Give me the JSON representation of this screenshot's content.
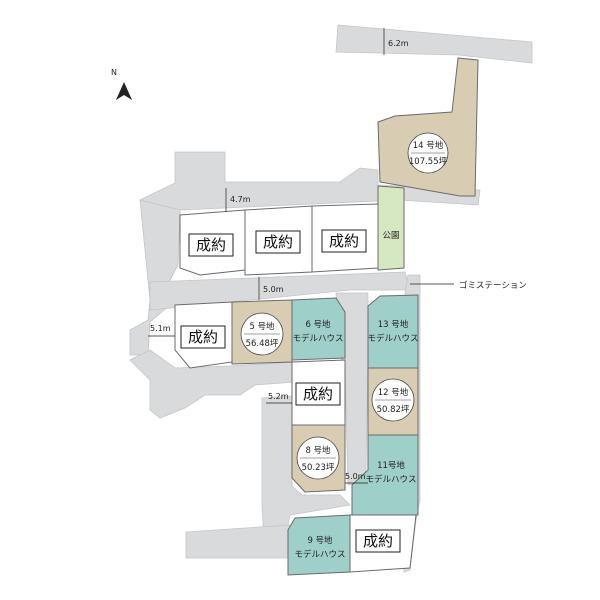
{
  "compass": {
    "label": "N",
    "icon": "north-arrow-icon"
  },
  "dimensions": {
    "north_road": "6.2m",
    "west_road": "4.7m",
    "center_road": "5.0m",
    "left_road": "5.1m",
    "south_road": "5.2m",
    "east_road": "5.0m"
  },
  "sold_label": "成約",
  "park_label": "公園",
  "garbage_label": "ゴミステーション",
  "lots": {
    "lot5": {
      "number": "5 号地",
      "area": "56.48坪"
    },
    "lot6": {
      "number": "6 号地",
      "type": "モデルハウス"
    },
    "lot8": {
      "number": "8 号地",
      "area": "50.23坪"
    },
    "lot9": {
      "number": "9 号地",
      "type": "モデルハウス"
    },
    "lot11": {
      "number": "11号地",
      "type": "モデルハウス"
    },
    "lot12": {
      "number": "12 号地",
      "area": "50.82坪"
    },
    "lot13": {
      "number": "13 号地",
      "type": "モデルハウス"
    },
    "lot14": {
      "number": "14 号地",
      "area": "107.55坪"
    }
  },
  "colors": {
    "road": "#d9dadc",
    "available": "#d8ccb2",
    "model_house": "#9fcfc9",
    "park": "#d6e8c2",
    "sold": "#ffffff"
  }
}
